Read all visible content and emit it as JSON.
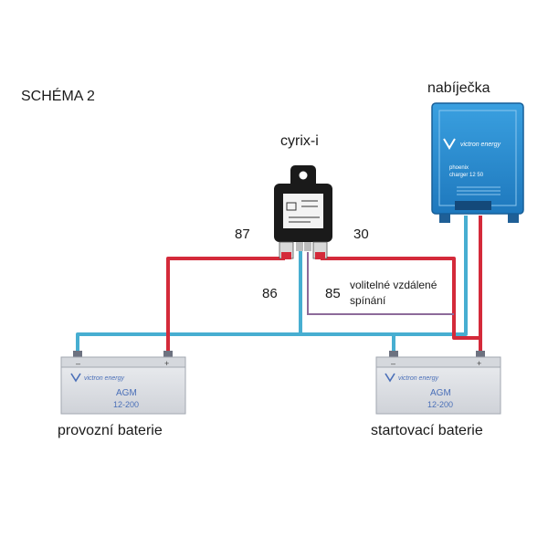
{
  "schema_title": "SCHÉMA 2",
  "charger": {
    "label": "nabíječka",
    "brand": "victron energy",
    "model_line1": "phoenix",
    "model_line2": "charger 12 50"
  },
  "relay": {
    "label": "cyrix-i",
    "terminals": {
      "t87": "87",
      "t30": "30",
      "t86": "86",
      "t85": "85"
    }
  },
  "optional_remote": {
    "line1": "volitelné vzdálené",
    "line2": "spínání"
  },
  "batteries": {
    "service": {
      "caption": "provozní baterie",
      "brand": "victron energy",
      "type": "AGM",
      "capacity": "12-200",
      "neg": "–",
      "pos": "+"
    },
    "starter": {
      "caption": "startovací baterie",
      "brand": "victron energy",
      "type": "AGM",
      "capacity": "12-200",
      "neg": "–",
      "pos": "+"
    }
  },
  "colors": {
    "positive_wire": "#d42a3a",
    "negative_wire": "#47aed1",
    "control_wire": "#8c6a9a",
    "charger_body": "#2d8fd0",
    "relay_body": "#1a1a1a",
    "battery_body": "#e1e3e7"
  }
}
